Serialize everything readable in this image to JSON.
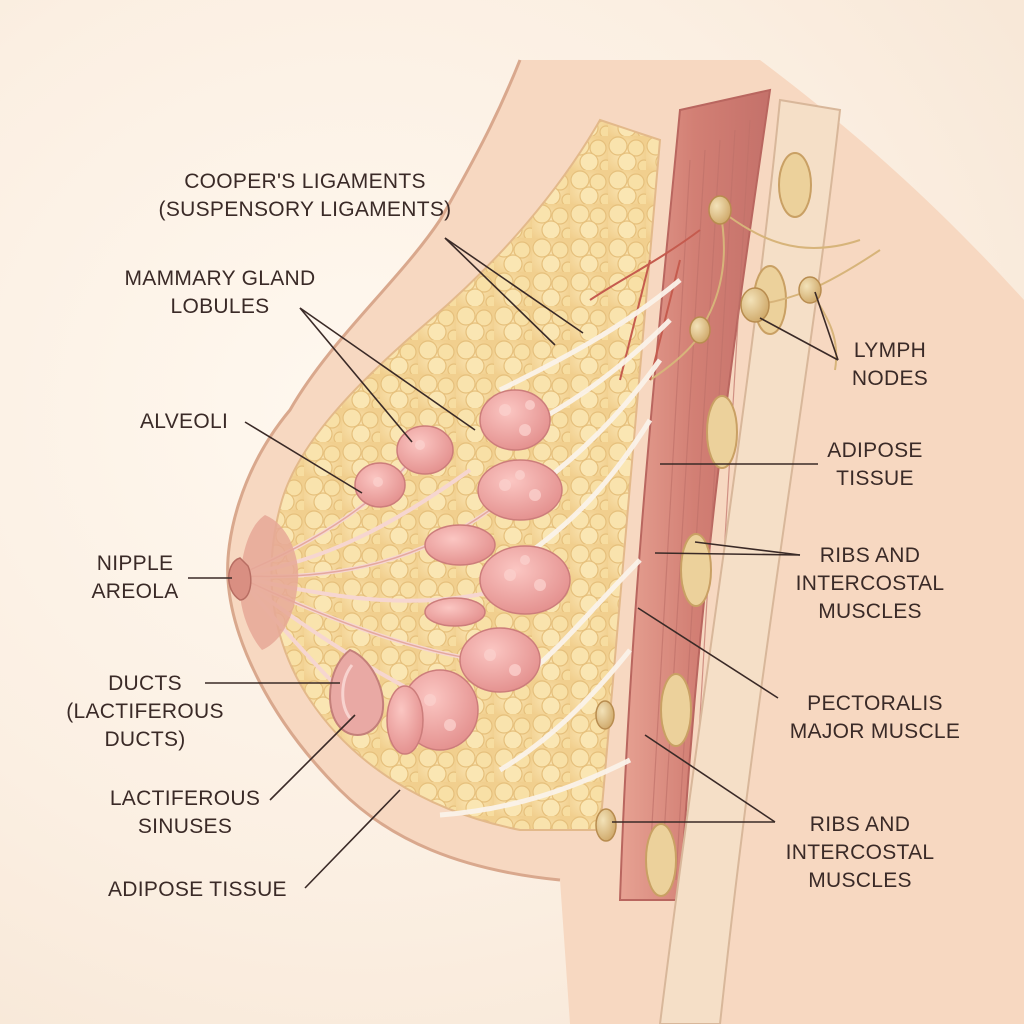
{
  "labels": {
    "coopers": {
      "line1": "COOPER'S LIGAMENTS",
      "line2": "(SUSPENSORY LIGAMENTS)"
    },
    "mammary": {
      "line1": "MAMMARY GLAND",
      "line2": "LOBULES"
    },
    "alveoli": {
      "line1": "ALVEOLI"
    },
    "nipple": {
      "line1": "NIPPLE",
      "line2": "AREOLA"
    },
    "ducts": {
      "line1": "DUCTS",
      "line2": "(LACTIFEROUS",
      "line3": "DUCTS)"
    },
    "sinuses": {
      "line1": "LACTIFEROUS",
      "line2": "SINUSES"
    },
    "adipose_bottom": {
      "line1": "ADIPOSE TISSUE"
    },
    "lymph": {
      "line1": "LYMPH",
      "line2": "NODES"
    },
    "adipose_right": {
      "line1": "ADIPOSE",
      "line2": "TISSUE"
    },
    "ribs_upper": {
      "line1": "RIBS AND",
      "line2": "INTERCOSTAL",
      "line3": "MUSCLES"
    },
    "pectoralis": {
      "line1": "PECTORALIS",
      "line2": "MAJOR MUSCLE"
    },
    "ribs_lower": {
      "line1": "RIBS AND",
      "line2": "INTERCOSTAL",
      "line3": "MUSCLES"
    }
  },
  "colors": {
    "skin": "#f6d3b9",
    "fat": "#f7dda0",
    "lobule": "#f0a7a4",
    "muscle": "#d98a80",
    "rib": "#e9cf9c",
    "leader_line": "#3a2a27",
    "text": "#3a2a27"
  }
}
